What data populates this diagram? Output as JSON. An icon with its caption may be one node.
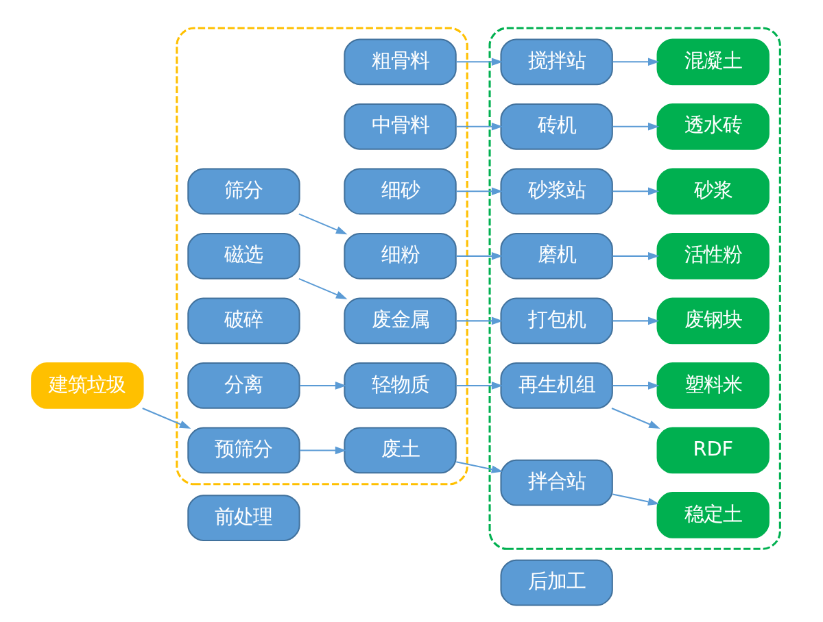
{
  "diagram": {
    "nodes": [
      {
        "text": [
          "前处理"
        ]
      },
      {
        "text": [
          "后加工"
        ]
      },
      {
        "text": [
          "建筑垃圾"
        ]
      },
      {
        "text": [],
        "shape": "box"
      },
      {
        "text": [
          "预筛分"
        ],
        "in": 3
      },
      {
        "text": [
          "废土"
        ],
        "in": 3
      },
      {
        "text": [
          "分离"
        ],
        "in": 3
      },
      {
        "text": [
          "轻物质"
        ],
        "in": 3
      },
      {
        "text": [
          "破碎"
        ],
        "in": 3
      },
      {
        "text": [
          "磁选"
        ],
        "in": 3
      },
      {
        "text": [
          "废金属"
        ],
        "in": 3
      },
      {
        "text": [
          "筛分"
        ],
        "in": 3
      },
      {
        "text": [
          "细粉"
        ],
        "in": 3
      },
      {
        "text": [
          "细砂"
        ],
        "in": 3
      },
      {
        "text": [
          "中骨料"
        ],
        "in": 3
      },
      {
        "text": [
          "粗骨料"
        ],
        "in": 3
      },
      {
        "text": [],
        "shape": "box"
      },
      {
        "text": [
          "拌合站"
        ],
        "in": 16
      },
      {
        "text": [
          "稳定土"
        ],
        "in": 16
      },
      {
        "text": [
          "再生机组"
        ],
        "in": 16
      },
      {
        "text": [
          "RDF"
        ],
        "in": 16
      },
      {
        "text": [
          "塑料米"
        ],
        "in": 16
      },
      {
        "text": [
          "打包机"
        ],
        "in": 16
      },
      {
        "text": [
          "废钢块"
        ],
        "in": 16
      },
      {
        "text": [
          "磨机"
        ],
        "in": 16
      },
      {
        "text": [
          "活性粉"
        ],
        "in": 16
      },
      {
        "text": [
          "砂浆站"
        ],
        "in": 16
      },
      {
        "text": [
          "砂浆"
        ],
        "in": 16
      },
      {
        "text": [
          "砖机"
        ],
        "in": 16
      },
      {
        "text": [
          "透水砖"
        ],
        "in": 16
      },
      {
        "text": [
          "搅拌站"
        ],
        "in": 16
      },
      {
        "text": [
          "混凝土"
        ],
        "in": 16
      }
    ],
    "edges": [
      {
        "from": 2,
        "to": 4,
        "arrow": "to"
      },
      {
        "from": 4,
        "to": 5,
        "arrow": "to"
      },
      {
        "from": 5,
        "to": 17,
        "arrow": "to"
      },
      {
        "from": 17,
        "to": 18,
        "arrow": "to"
      },
      {
        "from": 6,
        "to": 7,
        "arrow": "to"
      },
      {
        "from": 7,
        "to": 19,
        "arrow": "to"
      },
      {
        "from": 19,
        "to": 20,
        "arrow": "to"
      },
      {
        "from": 19,
        "to": 21,
        "arrow": "to"
      },
      {
        "from": 9,
        "to": 10,
        "arrow": "to"
      },
      {
        "from": 10,
        "to": 22,
        "arrow": "to"
      },
      {
        "from": 22,
        "to": 23,
        "arrow": "to"
      },
      {
        "from": 11,
        "to": 12,
        "arrow": "to"
      },
      {
        "from": 12,
        "to": 24,
        "arrow": "to"
      },
      {
        "from": 24,
        "to": 25,
        "arrow": "to"
      },
      {
        "from": 13,
        "to": 26,
        "arrow": "to"
      },
      {
        "from": 26,
        "to": 27,
        "arrow": "to"
      },
      {
        "from": 14,
        "to": 28,
        "arrow": "to"
      },
      {
        "from": 28,
        "to": 29,
        "arrow": "to"
      },
      {
        "from": 15,
        "to": 30,
        "arrow": "to"
      },
      {
        "from": 30,
        "to": 31,
        "arrow": "to"
      }
    ]
  }
}
